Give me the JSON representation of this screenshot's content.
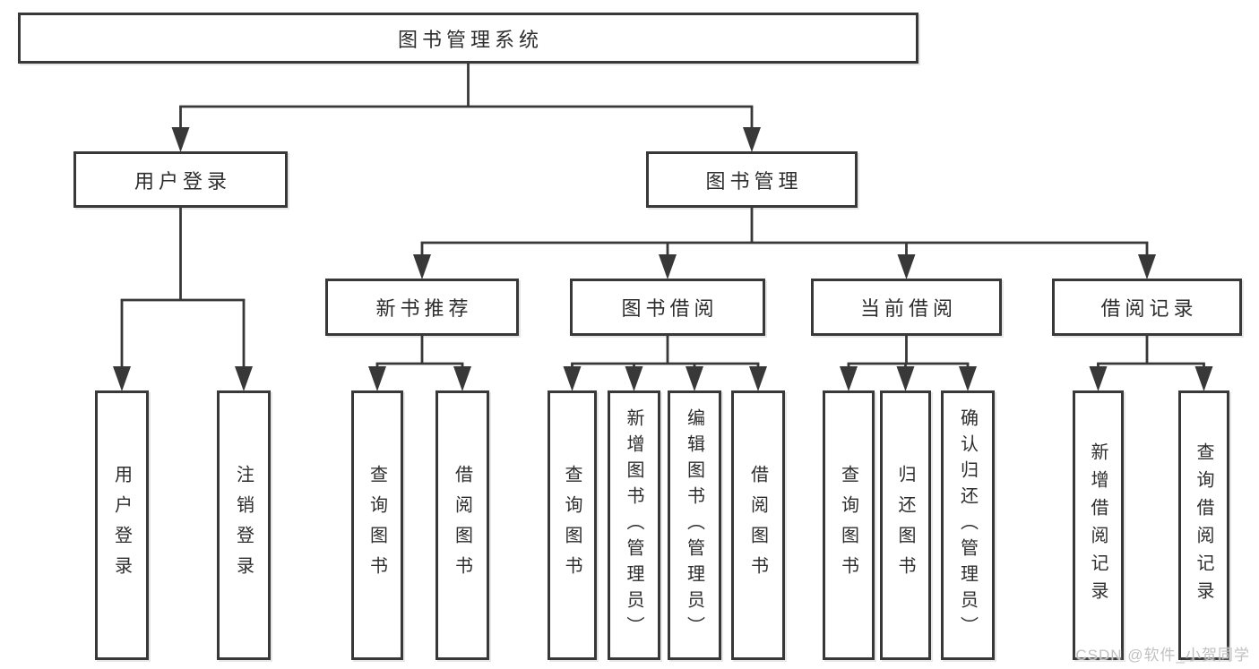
{
  "diagram": {
    "title": "图书管理系统",
    "nodes": [
      {
        "id": "root",
        "label": "图书管理系统",
        "parent": null
      },
      {
        "id": "user-login",
        "label": "用户登录",
        "parent": "root"
      },
      {
        "id": "book-management",
        "label": "图书管理",
        "parent": "root"
      },
      {
        "id": "new-book-recommend",
        "label": "新书推荐",
        "parent": "book-management"
      },
      {
        "id": "book-borrowing",
        "label": "图书借阅",
        "parent": "book-management"
      },
      {
        "id": "current-borrowing",
        "label": "当前借阅",
        "parent": "book-management"
      },
      {
        "id": "borrow-records",
        "label": "借阅记录",
        "parent": "book-management"
      },
      {
        "id": "user-login-action",
        "label": "用户登录",
        "parent": "user-login"
      },
      {
        "id": "logout-action",
        "label": "注销登录",
        "parent": "user-login"
      },
      {
        "id": "nbr-query-books",
        "label": "查询图书",
        "parent": "new-book-recommend"
      },
      {
        "id": "nbr-borrow-books",
        "label": "借阅图书",
        "parent": "new-book-recommend"
      },
      {
        "id": "bb-query-books",
        "label": "查询图书",
        "parent": "book-borrowing"
      },
      {
        "id": "bb-add-books",
        "label": "新增图书（管理员）",
        "parent": "book-borrowing"
      },
      {
        "id": "bb-edit-books",
        "label": "编辑图书（管理员）",
        "parent": "book-borrowing"
      },
      {
        "id": "bb-borrow-books",
        "label": "借阅图书",
        "parent": "book-borrowing"
      },
      {
        "id": "cb-query-books",
        "label": "查询图书",
        "parent": "current-borrowing"
      },
      {
        "id": "cb-return-books",
        "label": "归还图书",
        "parent": "current-borrowing"
      },
      {
        "id": "cb-confirm-return",
        "label": "确认归还（管理员）",
        "parent": "current-borrowing"
      },
      {
        "id": "br-add-record",
        "label": "新增借阅记录",
        "parent": "borrow-records"
      },
      {
        "id": "br-query-record",
        "label": "查询借阅记录",
        "parent": "borrow-records"
      }
    ]
  },
  "watermark": {
    "text": "CSDN @软件_小贺同学"
  },
  "colors": {
    "line": "#383838",
    "text": "#2d2d2d",
    "watermark": "#c1c1c1",
    "background": "#ffffff"
  }
}
